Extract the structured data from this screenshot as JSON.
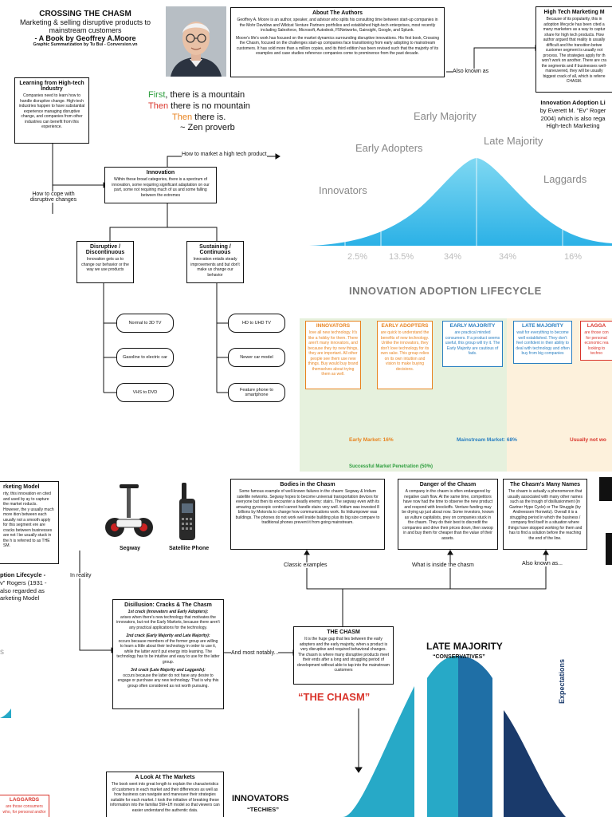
{
  "header": {
    "title": "CROSSING THE CHASM",
    "subtitle": "Marketing & selling disruptive products to mainstream customers",
    "book": "- A Book by Geoffrey A.Moore",
    "credit": "Graphic Summarization by Tu Bui - Conversion.vn"
  },
  "authors": {
    "title": "About The Authors",
    "p1": "Geoffrey A. Moore is an author, speaker, and advisor who splits his consulting time between start-up companies in the Mohr Davidow and Wildcat Venture Partners portfolios and established high-tech enterprises, most recently including Salesforce, Microsoft, Autodesk, F5Networks, Gainsight, Google, and Splunk.",
    "p2": "Moore's life's work has focused on the market dynamics surrounding disruptive innovations. His first book, Crossing the Chasm, focused on the challenges start-up companies face transitioning from early adopting to mainstream customers. It has sold more than a million copies, and its third edition has been revised such that the majority of its examples and case studies reference companies come to prominence from the past decade."
  },
  "quote": {
    "w1": "First",
    "r1": ", there is a mountain",
    "w2": "Then",
    "r2": " there is no mountain",
    "w3": "Then",
    "r3": " there is.",
    "src": "~ Zen proverb"
  },
  "learning": {
    "title": "Learning from High-tech Industry",
    "body": "Companies need to learn how to handle disruptive change. High-tech industries happen to have substantial experience managing disruptive change, and companies from other industries can benefit from this experience."
  },
  "innovation": {
    "title": "Innovation",
    "body": "Within these broad categories, there is a spectrum of innovation, some requiring significant adaptation on our part, some not requiring much of us and some falling between the extremes"
  },
  "labels": {
    "how_market": "How to market a high tech product",
    "how_cope": "How to cope with disruptive changes",
    "also_known": "Also known as",
    "in_reality": "In reality",
    "classic": "Classic examples",
    "inside": "What is inside the chasm",
    "also_known2": "Also known as...",
    "and_most": "And most notably..."
  },
  "disruptive": {
    "title": "Disruptive / Discontinuous",
    "body": "Innovation gets us to change our behavior or the way we use products"
  },
  "sustaining": {
    "title": "Sustaining / Continuous",
    "body": "Innovation entails steady improvements and but don't make us change our behavior"
  },
  "examples_left": [
    "Normal to 3D TV",
    "Gasoline to electric car",
    "VHS to DVD"
  ],
  "examples_right": [
    "HD to UHD TV",
    "Newer car model",
    "Feature phone to smartphone"
  ],
  "bell": {
    "labels": [
      "Innovators",
      "Early Adopters",
      "Early Majority",
      "Late Majority",
      "Laggards"
    ],
    "pcts": [
      "2.5%",
      "13.5%",
      "34%",
      "34%",
      "16%"
    ],
    "heading": "INNOVATION ADOPTION LIFECYCLE"
  },
  "htm_top": {
    "title": "High Tech Marketing M",
    "body": "Because of its popularity, this in adoption lifecycle has been cited a many marketers as a way to captur share for high tech products. How author argued that reality is usually difficult and the transition betwe customer segment is usually not process. The strategies apply for th won't work on another. There are cra the segments and if businesses well-maneuvered, they will be usually biggest crack of all, which is referre CHASM."
  },
  "ial_ref": {
    "l1": "Innovation Adoption Li",
    "l2": "by Everett M. \"Ev\" Roger",
    "l3": "2004) which is also rega",
    "l4": "High-tech Marketing"
  },
  "segments": [
    {
      "title": "INNOVATORS",
      "body": "love all new technology. It's like a hobby for them. There aren't many innovators, and because they try new things, they are important. All other people see them use new things. Buy would buy brand themselves about trying them as well.",
      "color": "#e8831f"
    },
    {
      "title": "EARLY ADOPTERS",
      "body": "are quick to understand the benefits of new technology. Unlike the innovators, they don't love technology for its own sake. This group relies on its own intuition and vision to make buying decisions.",
      "color": "#e8831f"
    },
    {
      "title": "EARLY MAJORITY",
      "body": "are practical minded consumers. If a product seems useful, this group will try it. The Early Majority are cautious of fads.",
      "color": "#2a7fc1"
    },
    {
      "title": "LATE MAJORITY",
      "body": "wait for everything to become well established. They don't feel confident in their ability to deal with technology and often buy from big companies",
      "color": "#2a7fc1"
    },
    {
      "title": "LAGGA",
      "body": "are those con for personal economic rea looking to techno",
      "color": "#d9342b"
    }
  ],
  "markets": {
    "early": "Early Market: 16%",
    "mainstream": "Mainstream Market: 68%",
    "usually": "Usually not wo",
    "success": "Successful Market Penetration (50%)"
  },
  "htm_left": {
    "title": "rketing Model",
    "body": "rity, this innovation en cited and used by ay to capture the market roducts. However, the y usually much more ition between each usually not a smooth apply for this segment ere are cracks between businesses are not l be usually stuck in the h is referred to as THE SM."
  },
  "ial_left": {
    "l1": "ption Lifecycle -",
    "l2": "v\" Rogers (1931 -",
    "l3": "also regarded as",
    "l4": "arketing Model"
  },
  "products": {
    "segway": "Segway",
    "phone": "Satellite Phone"
  },
  "bodies": {
    "title": "Bodies in the Chasm",
    "body": "Some famous example of well-known failures in the chasm: Segway & Iridium satellite networks. Segway hopes to become universal transportation devices for everyone but then its encounter a deadly enemy: stairs. The segway even with its amazing gyroscopic control cannot handle stairs very well. Iridium was invested 8 billions by Motorola to change how communications work. Its Iridiumpower was buildings. The phones do not work well inside building plus its big size compare to traditional phones prevent it from going mainstream."
  },
  "danger": {
    "title": "Danger of the Chasm",
    "body": "A company in the chasm is often endangered by negative cash flow. At the same time, competitors have now had the time to observe the new product and respond with knockoffs. Venture funding may be drying up just about now. Some investors, known as vulture capitalists, prey on companies stuck in the chasm. They do their best to discredit the companies and drive their prices down, then swoop in and buy them for cheaper than the value of their assets."
  },
  "names": {
    "title": "The Chasm's Many Names",
    "body": "The chasm is actually a phenomenon that usually associated with many other names such as the trough of disillusionment (in Gartner Hype Cycle) or The Struggle (by Andreessen Horowitz). Overall it is a struggling period in which the business / company find itself in a situation where things have stopped working for them and has to find a solution before the reaching the end of the line."
  },
  "disillusion": {
    "title": "Disillusion: Cracks & The Chasm",
    "c1h": "1st crack (Innovators and Early Adopters):",
    "c1": "arises when there's new technology that motivates the innovators, but not the Early Markets, because there aren't any practical applications for the technology.",
    "c2h": "2nd crack (Early Majority and Late Majority):",
    "c2": "occurs because members of the former group are willing to learn a little about their technology in order to use it, while the latter won't put energy into learning. The technology has to be intuitive and easy to use for the latter group.",
    "c3h": "3rd crack (Late Majority and Laggards):",
    "c3": "occurs because the latter do not have any desire to engage or purchase any new technology. That is why this group often considered as not worth pursuing."
  },
  "chasm_box": {
    "title": "THE CHASM",
    "body": "It is the huge gap that lies between the early adopters and the early majority, when a product is very disruptive and required behavioral changes. The chasm is where many disruptive products meet their ends after a long and struggling period of development without able to tap into the mainstream customers"
  },
  "chasm_graphic": {
    "late": "LATE MAJORITY",
    "conservatives": "“CONSERVATIVES”",
    "chasm": "“THE CHASM”",
    "innovators": "INNOVATORS",
    "techies": "“TECHIES”",
    "expectations": "Expectations"
  },
  "markets_box": {
    "title": "A Look At The Markets",
    "body": "The book went into great length to explain the characteristics of customers in each market and their differences as well as how business can navigate and maneuver their strategies suitable for each market. I took the initiative of breaking these information into the familiar 5W+1H model so that viewers can easier understand the authentic data."
  },
  "laggards_box": {
    "title": "LAGGARDS",
    "body": "are those consumers who, for personal and/or"
  },
  "colors": {
    "orange": "#e8831f",
    "blue": "#2a7fc1",
    "red": "#d9342b",
    "green": "#2e9e3e",
    "navy": "#1a3a6b",
    "teal": "#27a9c7"
  }
}
